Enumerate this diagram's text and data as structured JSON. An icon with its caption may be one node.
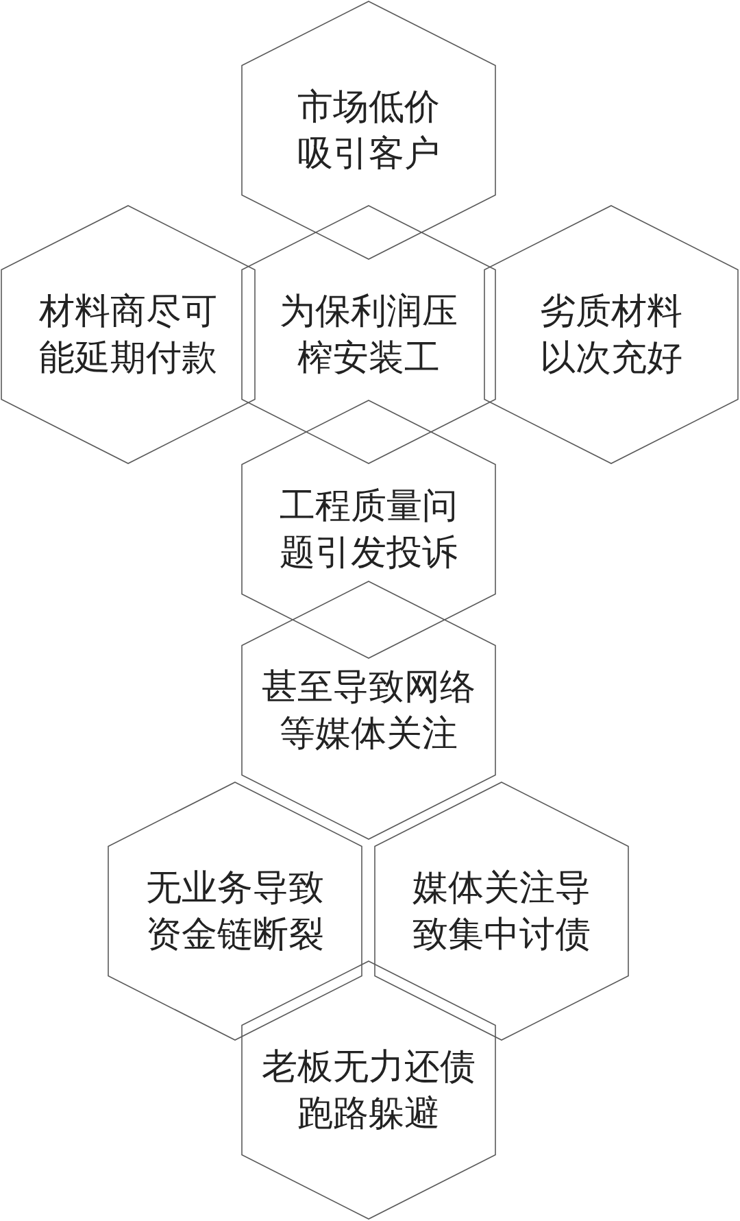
{
  "diagram": {
    "nodes": [
      {
        "text": [
          "市场低价吸引客户"
        ]
      },
      {
        "text": [
          "材料商尽可能延期付款"
        ]
      },
      {
        "text": [
          "为保利润压榨安装工"
        ]
      },
      {
        "text": [
          "劣质材料以次充好"
        ]
      },
      {
        "text": [
          "工程质量问题引发投诉"
        ]
      },
      {
        "text": [
          "甚至导致网络等媒体关注"
        ]
      },
      {
        "text": [
          "无业务导致资金链断裂"
        ]
      },
      {
        "text": [
          "媒体关注导致集中讨债"
        ]
      },
      {
        "text": [
          "老板无力还债跑路躲避"
        ]
      }
    ]
  }
}
